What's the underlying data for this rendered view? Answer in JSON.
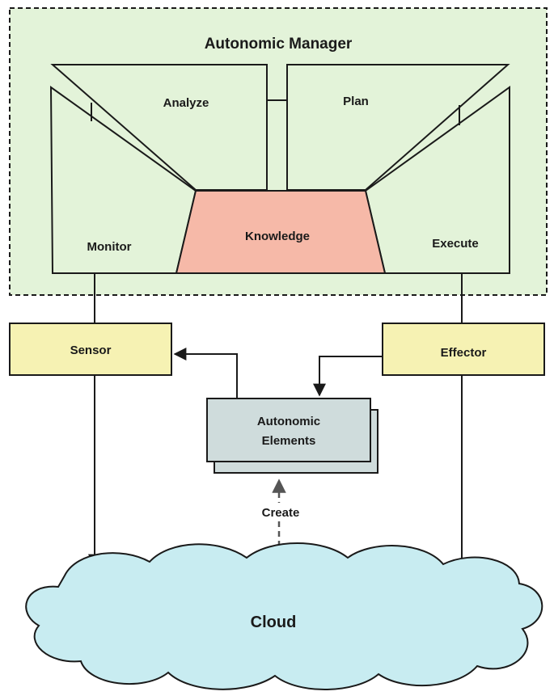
{
  "diagram": {
    "title": "Autonomic Manager",
    "phases": {
      "monitor": "Monitor",
      "analyze": "Analyze",
      "plan": "Plan",
      "execute": "Execute",
      "knowledge": "Knowledge"
    },
    "sensor": "Sensor",
    "effector": "Effector",
    "elements": {
      "line1": "Autonomic",
      "line2": "Elements"
    },
    "create": "Create",
    "cloud": "Cloud"
  },
  "colors": {
    "manager_fill": "#e3f3d9",
    "phase_fill": "#e3f3d9",
    "knowledge_fill": "#f6b9a8",
    "sensor_effector_fill": "#f6f2b3",
    "elements_fill": "#cfdcdc",
    "cloud_fill": "#c8ecf1",
    "stroke": "#1a1a1a"
  }
}
